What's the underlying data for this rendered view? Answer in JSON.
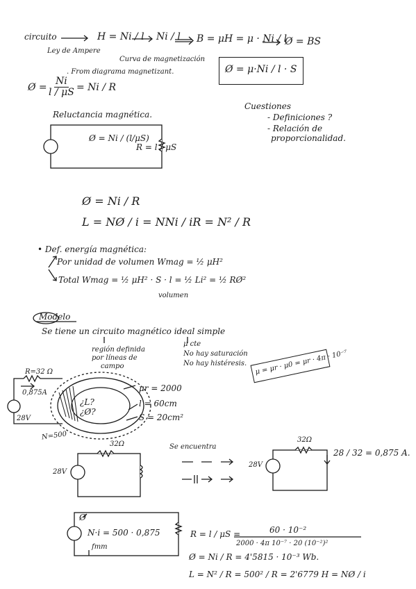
{
  "intro": {
    "circuito": "circuito",
    "ley_ampere": "Ley de Ampere",
    "curva": "Curva de magnetización",
    "from_diagram": ". From diagrama magnetizant.",
    "eq_H": "H = Ni / l",
    "arrow_Ni": "Ni / l",
    "eq_B": "B = μH = μ · Ni / l",
    "eq_phi": "Ø = BS",
    "boxed": "Ø = μ·Ni / l · S",
    "phi_lhs": "Ø =",
    "phi_num": "Ni",
    "phi_den": "l / μS",
    "phi_rhs": "= Ni / R",
    "reluctancia": "Reluctancia magnética.",
    "circuit_phi": "Ø = Ni / (l/μS)",
    "circuit_R": "R = l / μS"
  },
  "questions": {
    "title": "Cuestiones",
    "q1": "- Definiciones ?",
    "q2": "- Relación de",
    "q3": "proporcionalidad."
  },
  "inductance": {
    "phi": "Ø = Ni / R",
    "L": "L = NØ / i = NNi / iR = N² / R"
  },
  "energy": {
    "title": "• Def. energía magnética:",
    "per_volume": "Por unidad de volumen  Wmag = ½ μH²",
    "total": "Total  Wmag = ½ μH² · S · l = ½ Li² = ½ RØ²",
    "volumen": "volumen"
  },
  "model": {
    "label": "Modelo",
    "sentence": "Se tiene un circuito magnético ideal simple",
    "region": "región definida",
    "region2": "por líneas de",
    "region3": "campo",
    "mu_const": "μ cte",
    "no_sat": "No hay saturación",
    "no_hist": "No hay histéresis.",
    "mu_box": "μ = μr · μ0 = μr · 4π · 10⁻⁷"
  },
  "toroid": {
    "R": "R=32 Ω",
    "I": "0,875A",
    "V": "28V",
    "mu_r": "μr = 2000",
    "length": "l = 60cm",
    "area": "S = 20cm²",
    "q1": "¿L?",
    "q2": "¿Ø?",
    "N": "N=500"
  },
  "equivalent": {
    "R_left": "32Ω",
    "V_left": "28V",
    "encuentra": "Se encuentra",
    "R_right": "32Ω",
    "V_right": "28V",
    "current": "28 / 32 = 0,875 A."
  },
  "calc": {
    "phi_symbol": "Ø",
    "Ni": "N·i = 500 · 0,875",
    "fmm": "fmm",
    "R_eq": "R = l / μS =",
    "R_num": "60 · 10⁻²",
    "R_den": "2000 · 4π 10⁻⁷ · 20 (10⁻²)²",
    "phi_result": "Ø = Ni / R = 4'5815 · 10⁻³ Wb.",
    "L_result": "L = N² / R = 500² / R = 2'6779 H = NØ / i"
  }
}
